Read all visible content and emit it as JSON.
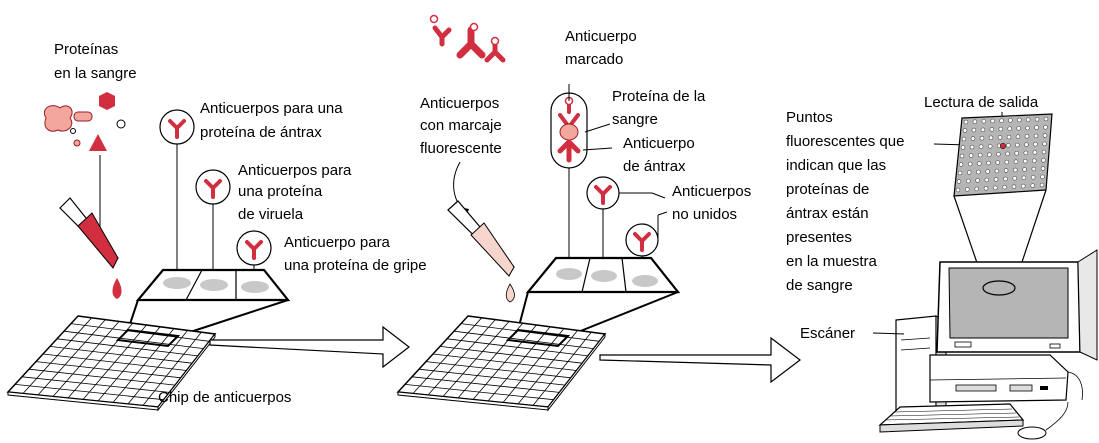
{
  "colors": {
    "accent": "#d12e3f",
    "accent_dark": "#9b1b2a",
    "protein_pink": "#f3a79c",
    "liquid_pale": "#f6d5cd",
    "spot_gray": "#c8c8c8",
    "screen_gray": "#b5b5b5"
  },
  "labels": {
    "proteins_line1": "Proteínas",
    "proteins_line2": "en la sangre",
    "ab_anthrax_line1": "Anticuerpos para una",
    "ab_anthrax_line2": "proteína de ántrax",
    "ab_smallpox_line1": "Anticuerpos para",
    "ab_smallpox_line2": "una proteína",
    "ab_smallpox_line3": "de viruela",
    "ab_flu_line1": "Anticuerpo para",
    "ab_flu_line2": "una proteína de gripe",
    "chip": "Chip de anticuerpos",
    "fluor_ab_line1": "Anticuerpos",
    "fluor_ab_line2": "con marcaje",
    "fluor_ab_line3": "fluorescente",
    "labeled_ab_line1": "Anticuerpo",
    "labeled_ab_line2": "marcado",
    "blood_protein_line1": "Proteína de la",
    "blood_protein_line2": "sangre",
    "anthrax_ab_line1": "Anticuerpo",
    "anthrax_ab_line2": "de ántrax",
    "unbound_line1": "Anticuerpos",
    "unbound_line2": "no unidos",
    "spots_line1": "Puntos",
    "spots_line2": "fluorescentes que",
    "spots_line3": "indican que las",
    "spots_line4": "proteínas de",
    "spots_line5": "ántrax están",
    "spots_line6": "presentes",
    "spots_line7": "en la muestra",
    "spots_line8": "de sangre",
    "readout": "Lectura de salida",
    "scanner": "Escáner"
  },
  "icons": [
    "y-antibody-icon",
    "pipette-icon",
    "hexagon-protein-icon",
    "triangle-protein-icon",
    "computer-scanner-icon",
    "arrow-icon"
  ]
}
